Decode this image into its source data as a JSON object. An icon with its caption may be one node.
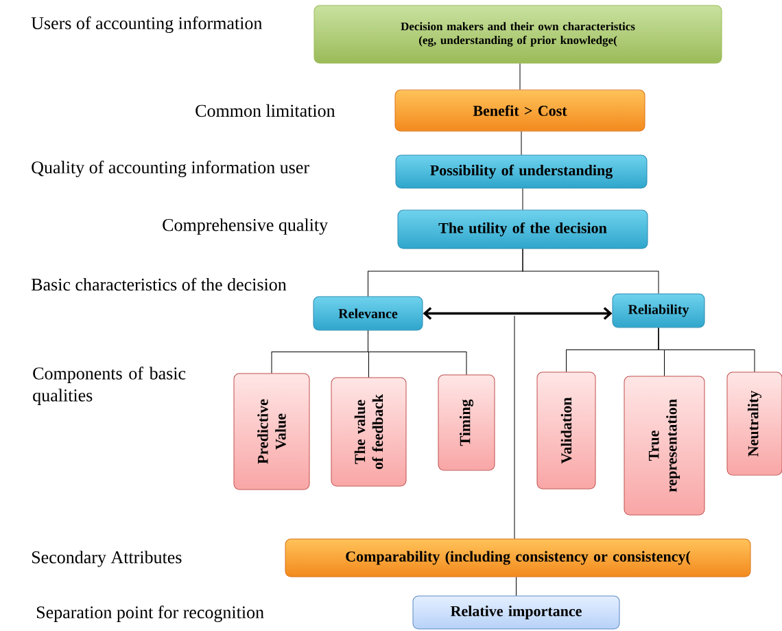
{
  "diagram": {
    "nodes": [
      {
        "text": [
          "Decision makers and their own characteristics (eg, understanding of prior knowledge("
        ]
      },
      {
        "text": [
          "Benefit > Cost"
        ]
      },
      {
        "text": [
          "Possibility of understanding"
        ]
      },
      {
        "text": [
          "The utility of the decision"
        ]
      },
      {
        "text": [
          "Relevance"
        ]
      },
      {
        "text": [
          "Reliability"
        ]
      },
      {
        "text": [
          "Predictive Value"
        ]
      },
      {
        "text": [
          "The value of feedback"
        ]
      },
      {
        "text": [
          "Timing"
        ]
      },
      {
        "text": [
          "Validation"
        ]
      },
      {
        "text": [
          "True representation"
        ]
      },
      {
        "text": [
          "Neutrality"
        ]
      },
      {
        "text": [
          "Comparability (including consistency or consistency("
        ]
      },
      {
        "text": [
          "Relative importance"
        ]
      }
    ],
    "edges": [
      {
        "from": 0,
        "to": 1,
        "arrow": "none"
      },
      {
        "from": 1,
        "to": 2,
        "arrow": "none"
      },
      {
        "from": 2,
        "to": 3,
        "arrow": "none"
      },
      {
        "from": 3,
        "to": 4,
        "arrow": "none"
      },
      {
        "from": 3,
        "to": 5,
        "arrow": "none"
      },
      {
        "from": 4,
        "to": 5,
        "arrow": "both",
        "style": "thick"
      },
      {
        "from": 4,
        "to": 6,
        "arrow": "none"
      },
      {
        "from": 4,
        "to": 7,
        "arrow": "none"
      },
      {
        "from": 4,
        "to": 8,
        "arrow": "none"
      },
      {
        "from": 5,
        "to": 9,
        "arrow": "none"
      },
      {
        "from": 5,
        "to": 10,
        "arrow": "none"
      },
      {
        "from": 5,
        "to": 11,
        "arrow": "none"
      },
      {
        "from": null,
        "to": 12,
        "arrow": "none"
      },
      {
        "from": 12,
        "to": 13,
        "arrow": "none"
      }
    ],
    "labels": [
      "Users of accounting information",
      "Common limitation",
      "Quality of accounting information user",
      "Comprehensive quality",
      "Basic characteristics of the decision",
      "Components of basic qualities",
      "Secondary Attributes",
      "Separation point for recognition"
    ]
  }
}
